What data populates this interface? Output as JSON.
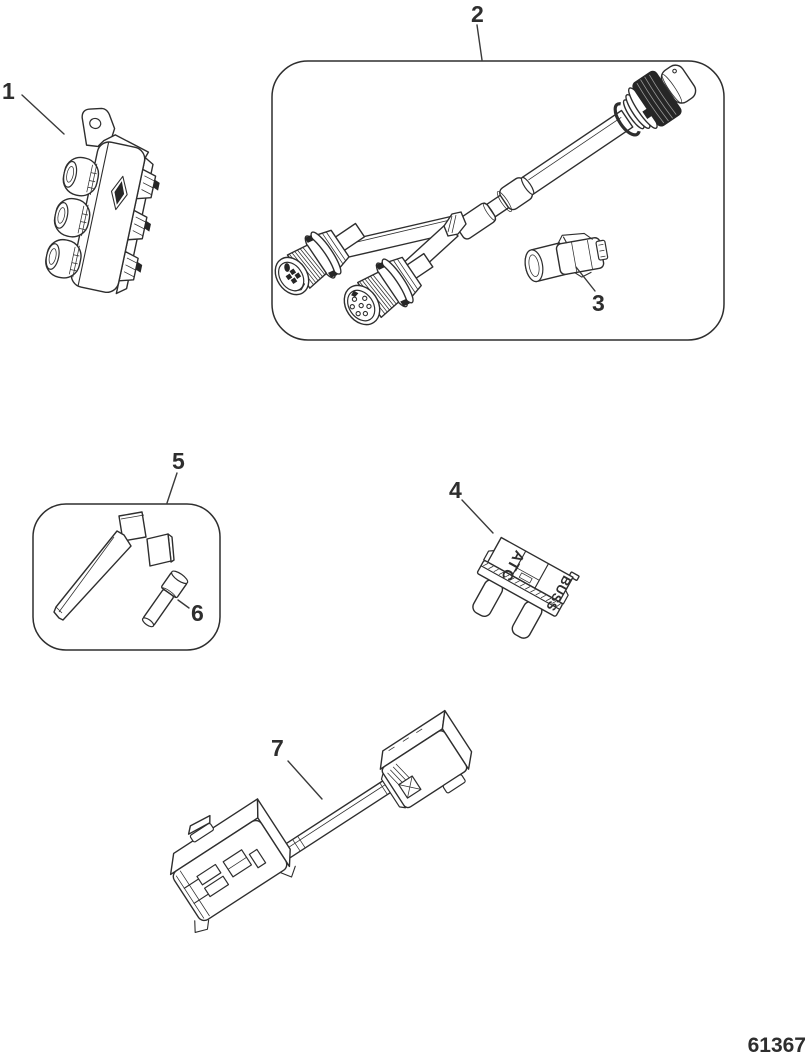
{
  "figure": {
    "number": "61367"
  },
  "callouts": [
    "1",
    "2",
    "3",
    "4",
    "5",
    "6",
    "7"
  ],
  "fuse": {
    "marking_left": "ATC",
    "marking_right": "BUSS"
  },
  "colors": {
    "line": "#2e2e2e",
    "background": "#ffffff",
    "knurl_dark": "#262626"
  }
}
